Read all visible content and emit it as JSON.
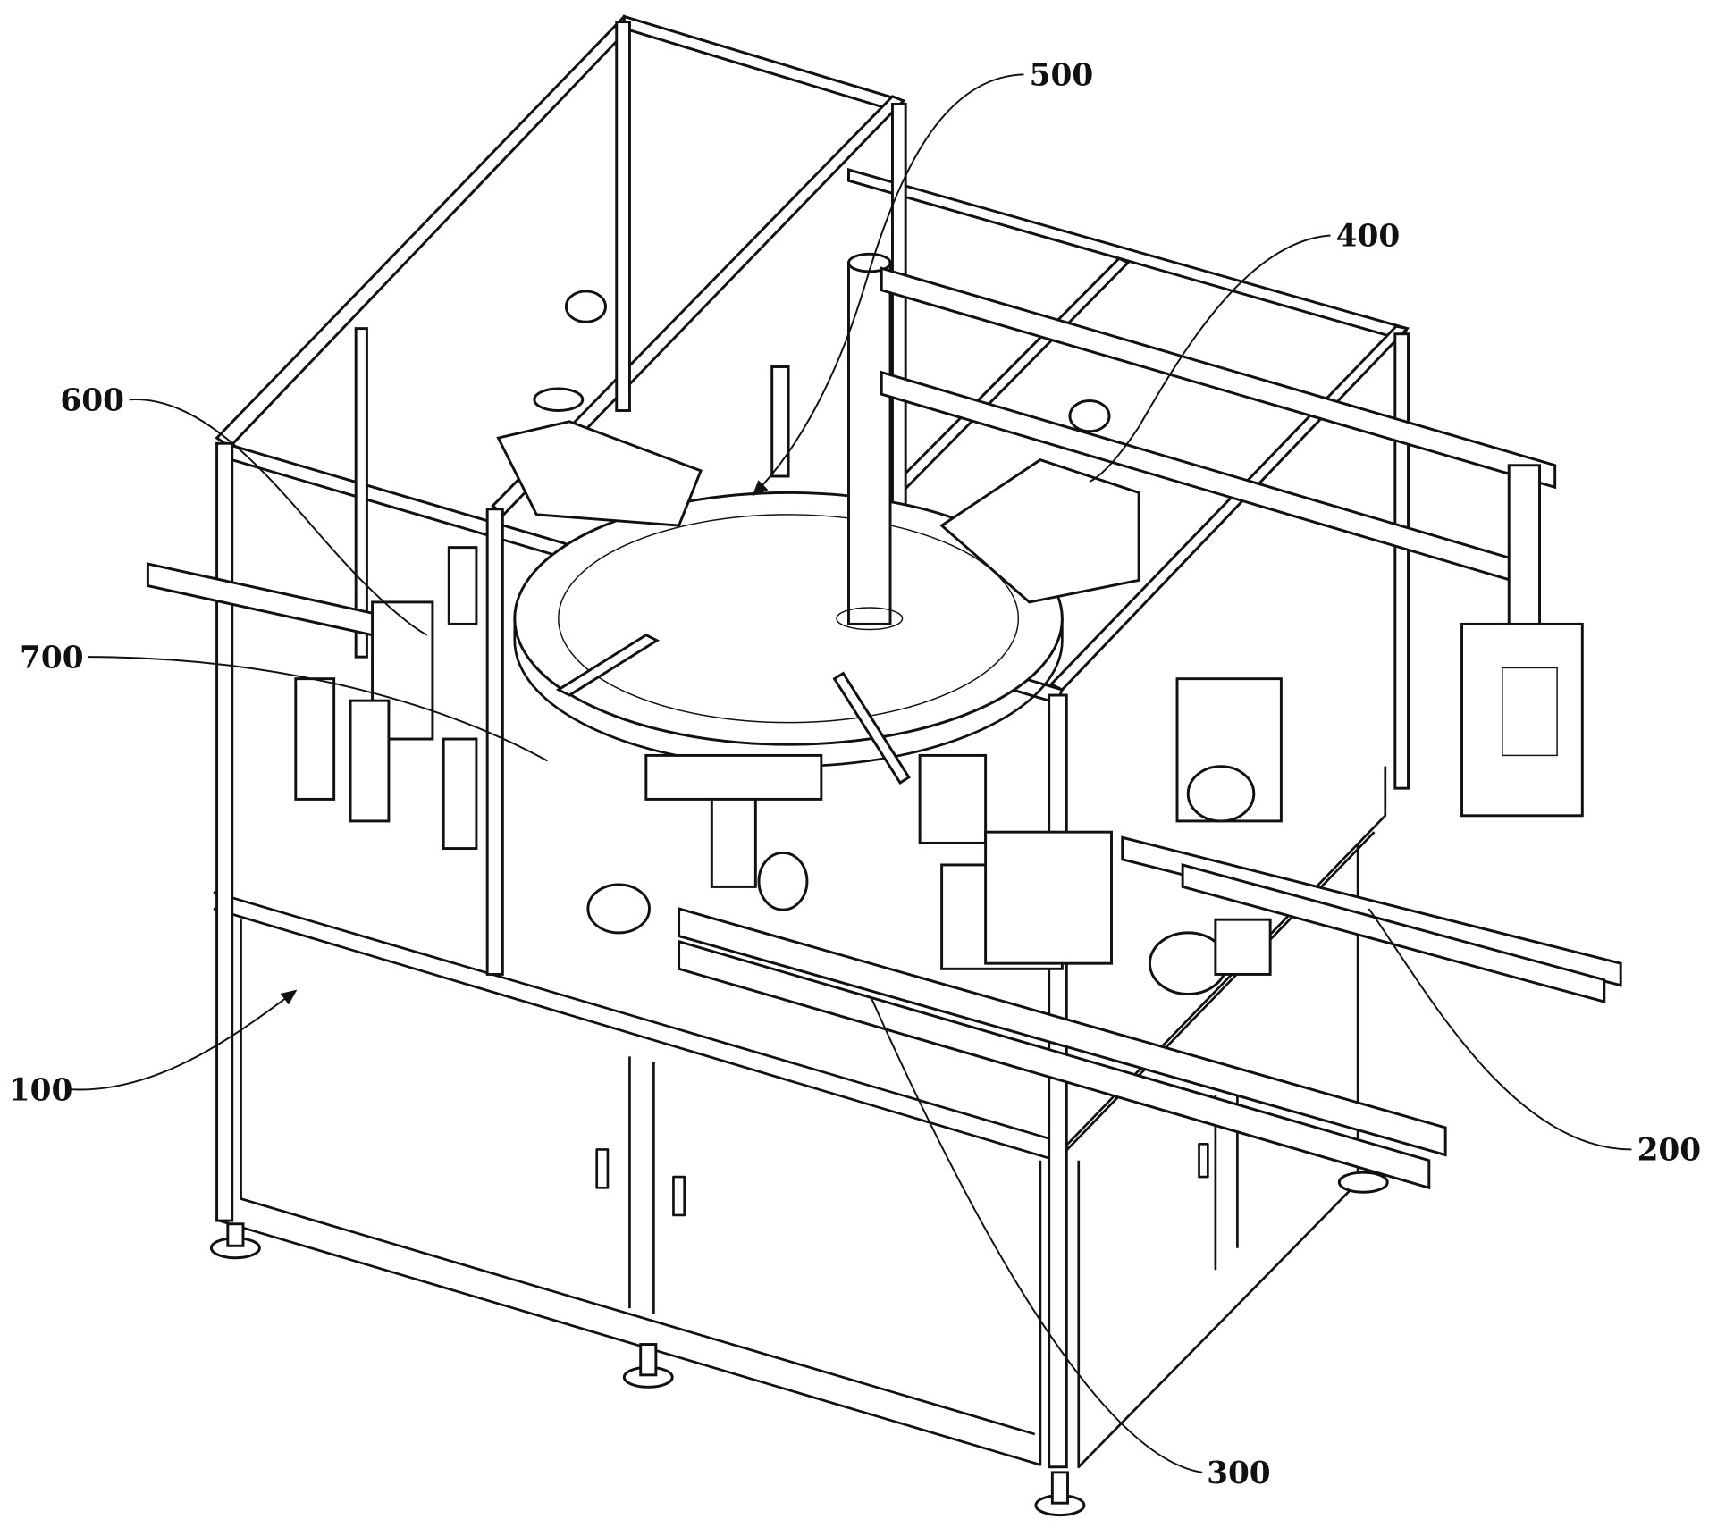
{
  "figure": {
    "type": "patent perspective drawing of an automated rotary assembly machine",
    "labels": [
      {
        "id": "label-500",
        "text": "500"
      },
      {
        "id": "label-400",
        "text": "400"
      },
      {
        "id": "label-600",
        "text": "600"
      },
      {
        "id": "label-700",
        "text": "700"
      },
      {
        "id": "label-100",
        "text": "100"
      },
      {
        "id": "label-200",
        "text": "200"
      },
      {
        "id": "label-300",
        "text": "300"
      }
    ]
  }
}
